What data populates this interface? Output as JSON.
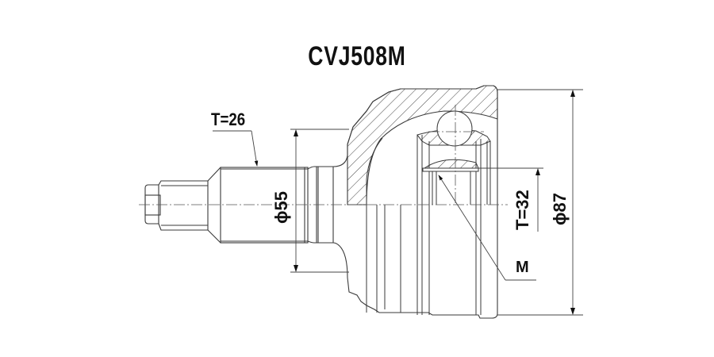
{
  "drawing": {
    "part_number": "CVJ508M",
    "type": "CV joint outer, technical drawing",
    "line_color": "#333333",
    "background": "#ffffff"
  },
  "dimensions": {
    "outer_spline_teeth": "T=26",
    "shaft_diameter": "ϕ55",
    "inner_spline_teeth": "T=32",
    "housing_diameter": "ϕ87",
    "thread_label": "M"
  }
}
